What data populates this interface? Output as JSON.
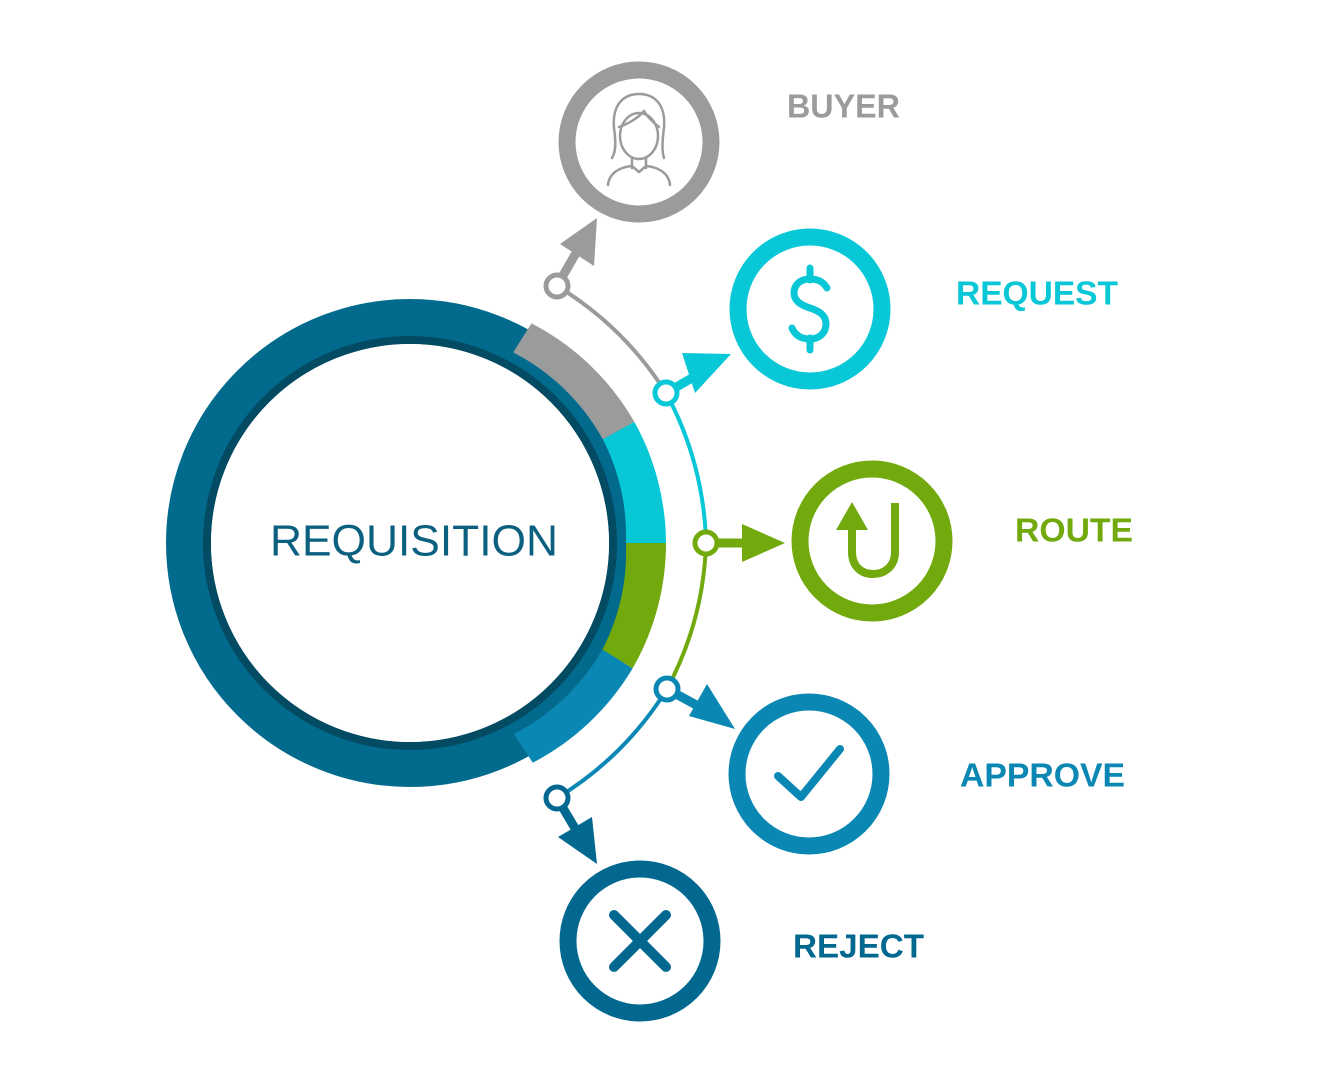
{
  "center": {
    "label": "REQUISITION",
    "ring_color": "#026b8d",
    "inner_edge_color": "#034a63"
  },
  "steps": [
    {
      "id": "buyer",
      "label": "BUYER",
      "color": "#9a9c9c",
      "icon": "person-icon"
    },
    {
      "id": "request",
      "label": "REQUEST",
      "color": "#08c7d6",
      "icon": "dollar-icon"
    },
    {
      "id": "route",
      "label": "ROUTE",
      "color": "#72a90d",
      "icon": "u-turn-arrow-icon"
    },
    {
      "id": "approve",
      "label": "APPROVE",
      "color": "#0a87b3",
      "icon": "checkmark-icon"
    },
    {
      "id": "reject",
      "label": "REJECT",
      "color": "#026890",
      "icon": "x-mark-icon"
    }
  ]
}
